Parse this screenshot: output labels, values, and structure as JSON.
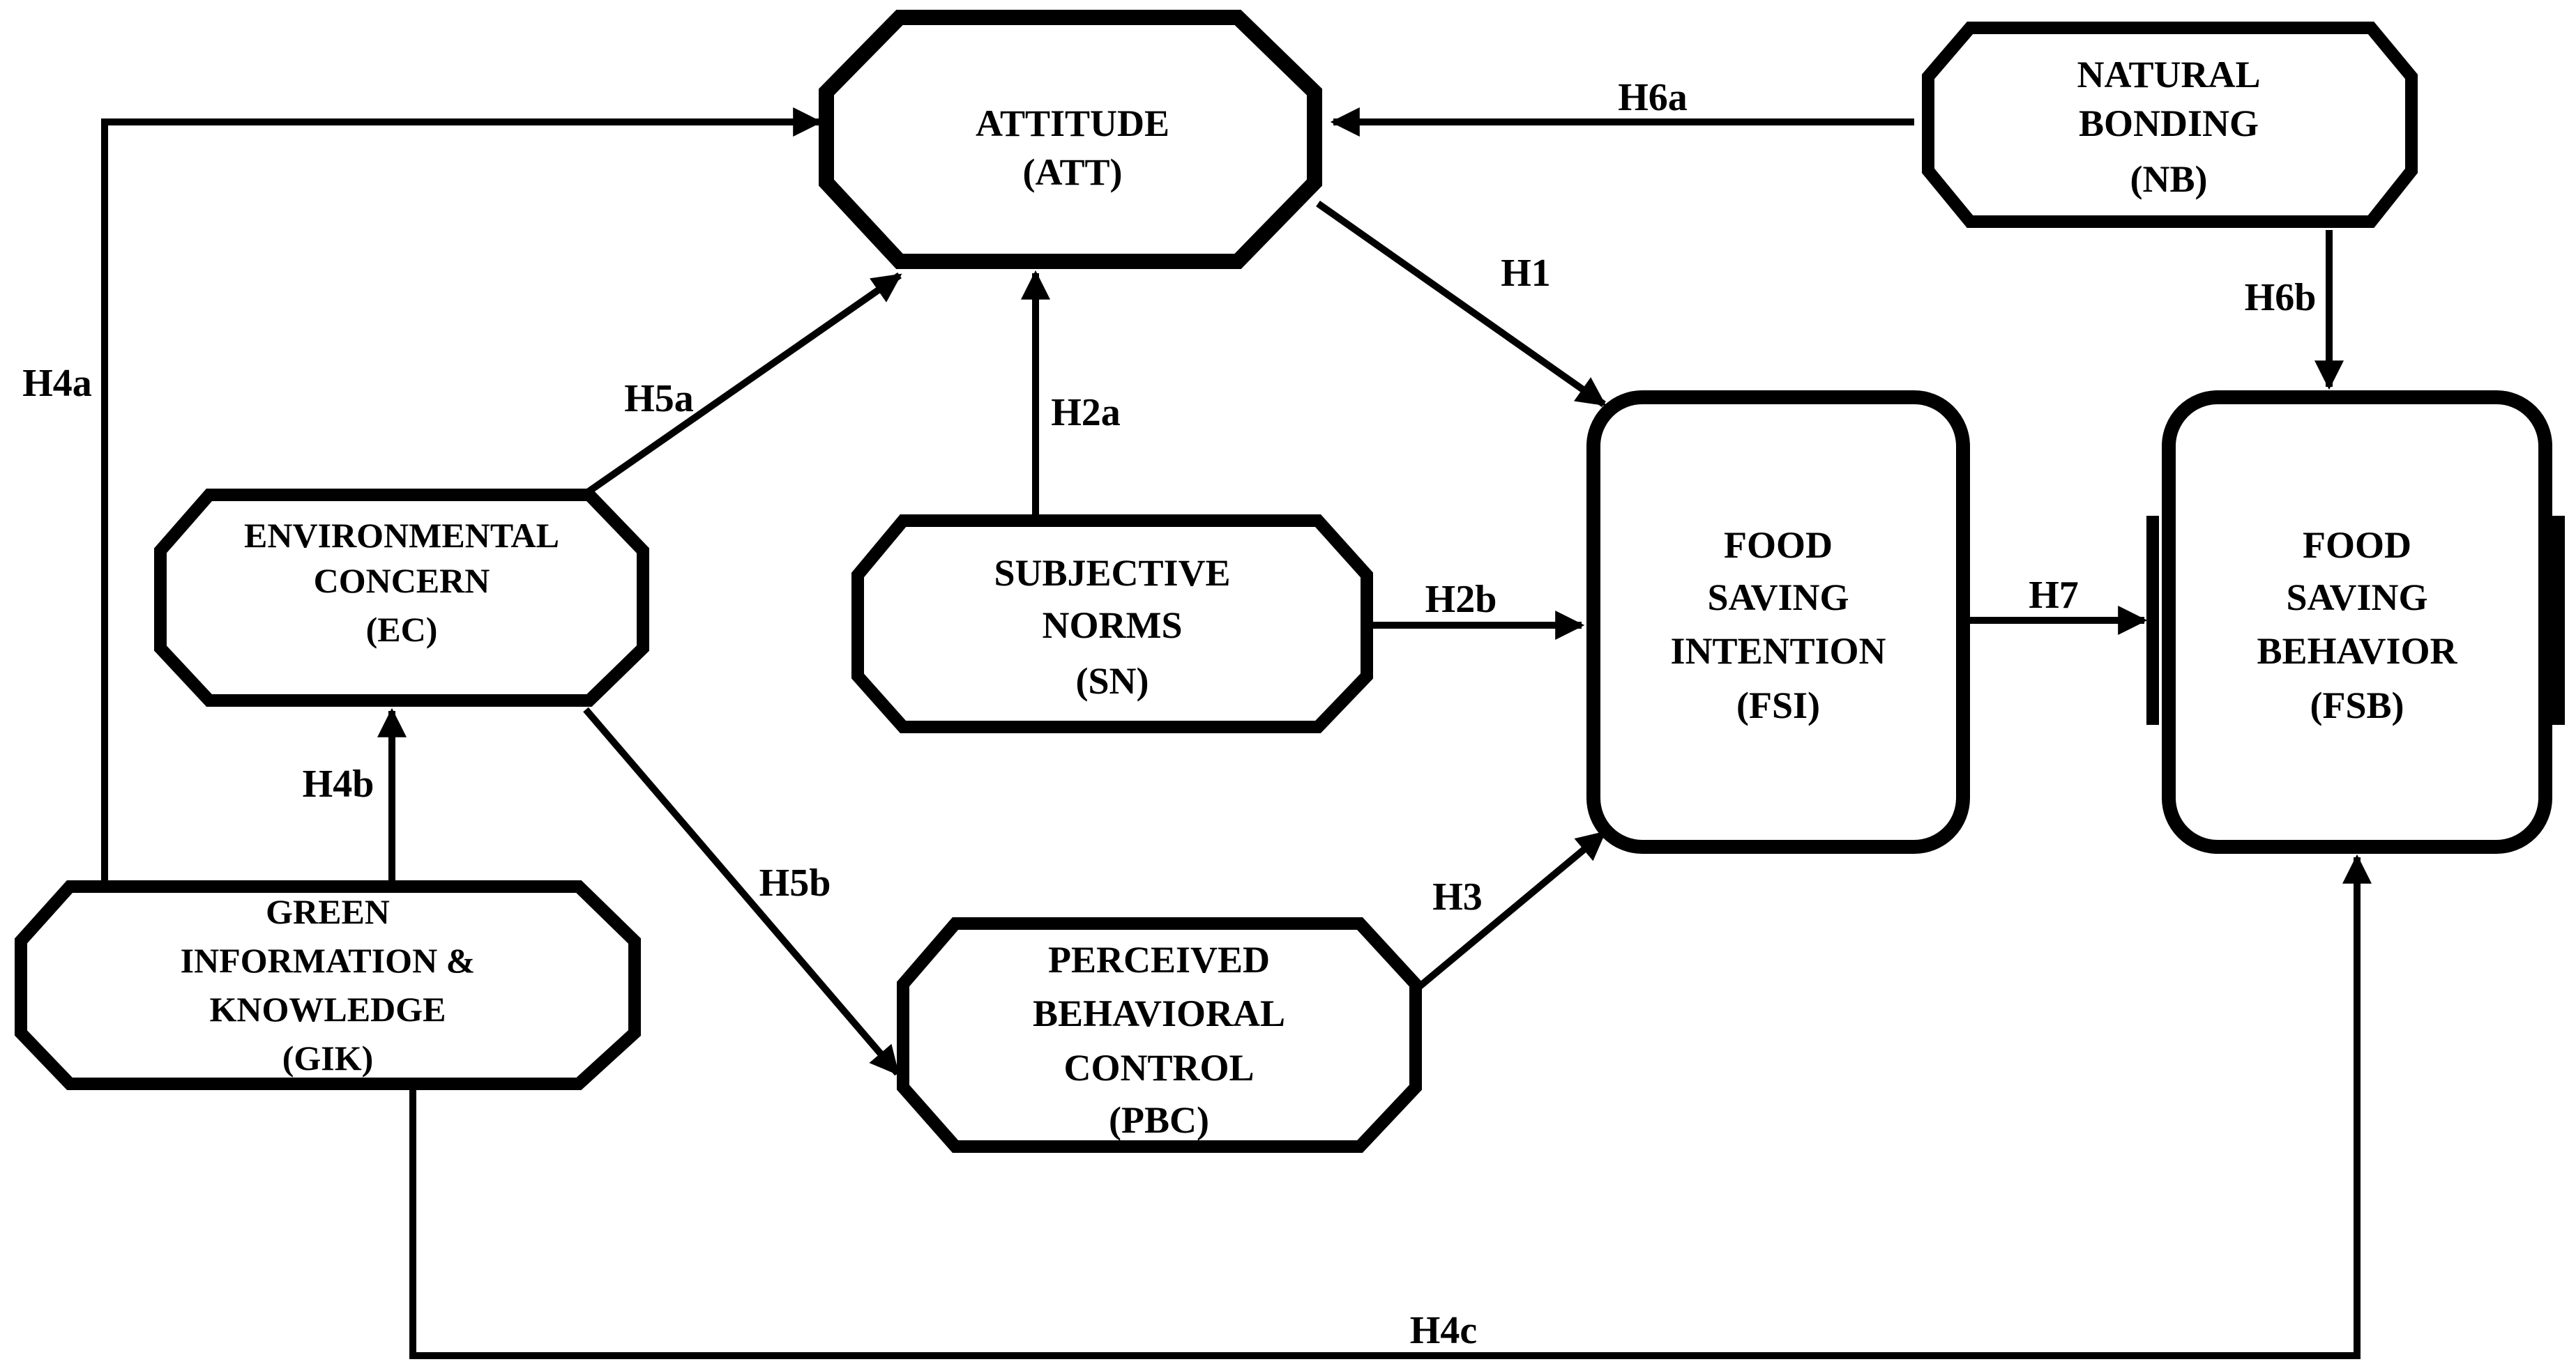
{
  "nodes": {
    "att": [
      "ATTITUDE",
      "(ATT)"
    ],
    "nb": [
      "NATURAL",
      "BONDING",
      "(NB)"
    ],
    "ec": [
      "ENVIRONMENTAL",
      "CONCERN",
      "(EC)"
    ],
    "sn": [
      "SUBJECTIVE",
      "NORMS",
      "(SN)"
    ],
    "fsi": [
      "FOOD",
      "SAVING",
      "INTENTION",
      "(FSI)"
    ],
    "fsb": [
      "FOOD",
      "SAVING",
      "BEHAVIOR",
      "(FSB)"
    ],
    "gik": [
      "GREEN",
      "INFORMATION &",
      "KNOWLEDGE",
      "(GIK)"
    ],
    "pbc": [
      "PERCEIVED",
      "BEHAVIORAL",
      "CONTROL",
      "(PBC)"
    ]
  },
  "edges": {
    "h1": "H1",
    "h2a": "H2a",
    "h2b": "H2b",
    "h3": "H3",
    "h4a": "H4a",
    "h4b": "H4b",
    "h4c": "H4c",
    "h5a": "H5a",
    "h5b": "H5b",
    "h6a": "H6a",
    "h6b": "H6b",
    "h7": "H7"
  }
}
